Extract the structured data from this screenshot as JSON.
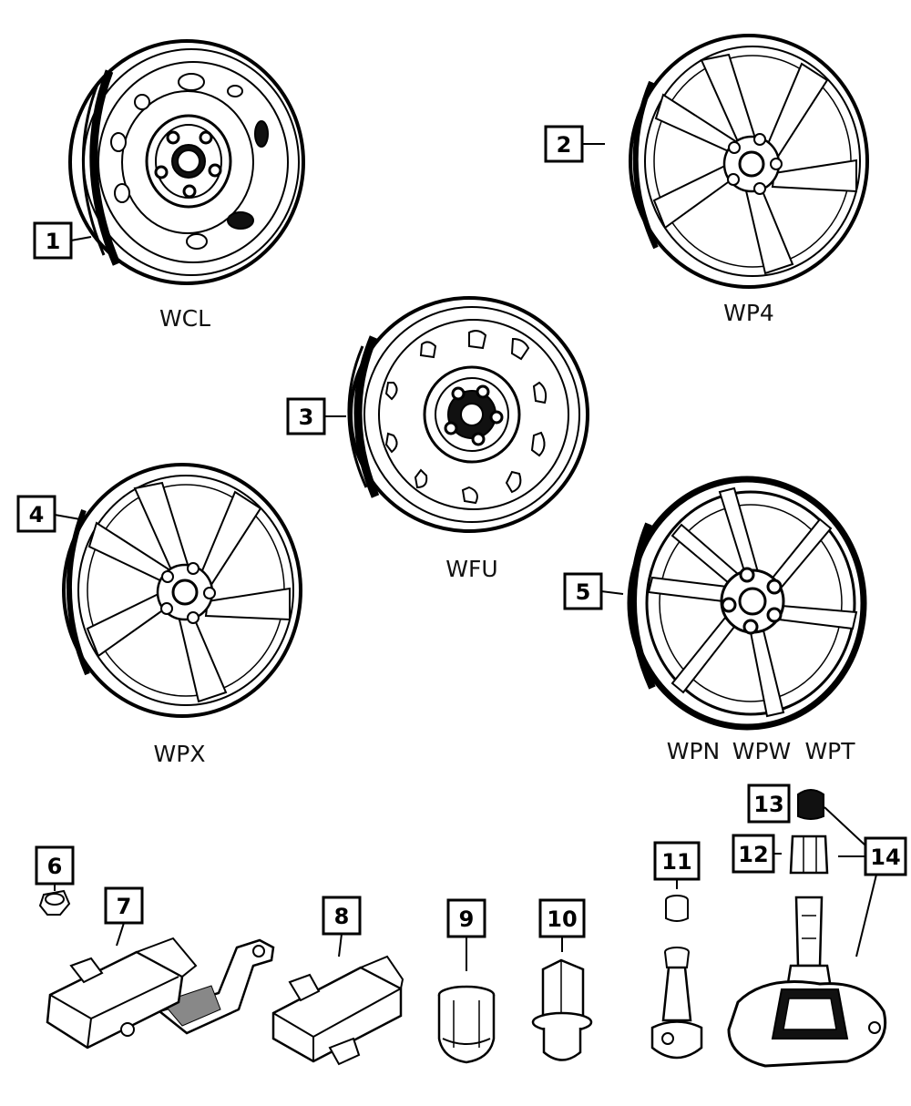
{
  "callouts": [
    {
      "id": "1"
    },
    {
      "id": "2"
    },
    {
      "id": "3"
    },
    {
      "id": "4"
    },
    {
      "id": "5"
    },
    {
      "id": "6"
    },
    {
      "id": "7"
    },
    {
      "id": "8"
    },
    {
      "id": "9"
    },
    {
      "id": "10"
    },
    {
      "id": "11"
    },
    {
      "id": "12"
    },
    {
      "id": "13"
    },
    {
      "id": "14"
    }
  ],
  "wheel_codes": {
    "wcl": "WCL",
    "wp4": "WP4",
    "wfu": "WFU",
    "wpx": "WPX",
    "wpn": "WPN",
    "wpw": "WPW",
    "wpt": "WPT"
  }
}
